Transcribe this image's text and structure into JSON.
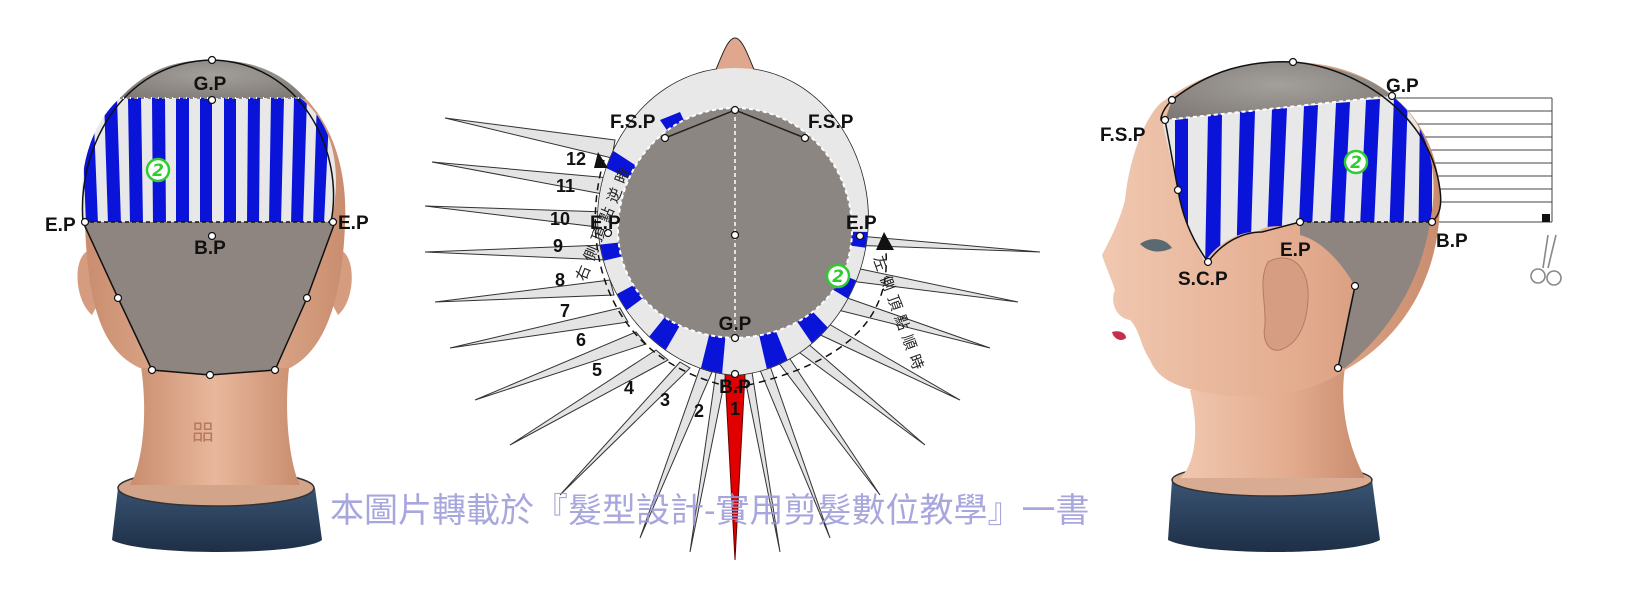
{
  "back_view": {
    "labels": {
      "gp": "G.P",
      "bp": "B.P",
      "ep_left": "E.P",
      "ep_right": "E.P"
    },
    "badge": "2",
    "stripe_colors": {
      "blue": "#0a14d8",
      "white": "#e8e8e8"
    }
  },
  "top_view": {
    "labels": {
      "fsp_left": "F.S.P",
      "fsp_right": "F.S.P",
      "ep_left": "E.P",
      "ep_right": "E.P",
      "gp": "G.P",
      "bp": "B.P"
    },
    "numbers": [
      "1",
      "2",
      "3",
      "4",
      "5",
      "6",
      "7",
      "8",
      "9",
      "10",
      "11",
      "12"
    ],
    "left_arc_text": "右側頂點逆時",
    "right_arc_text": "左側頂點順時",
    "badge": "2",
    "accent": "#e00000"
  },
  "side_view": {
    "labels": {
      "gp": "G.P",
      "fsp": "F.S.P",
      "ep": "E.P",
      "bp": "B.P",
      "scp": "S.C.P"
    },
    "badge": "2"
  },
  "watermark": "本圖片轉載於『髮型設計-實用剪髮數位教學』一書"
}
